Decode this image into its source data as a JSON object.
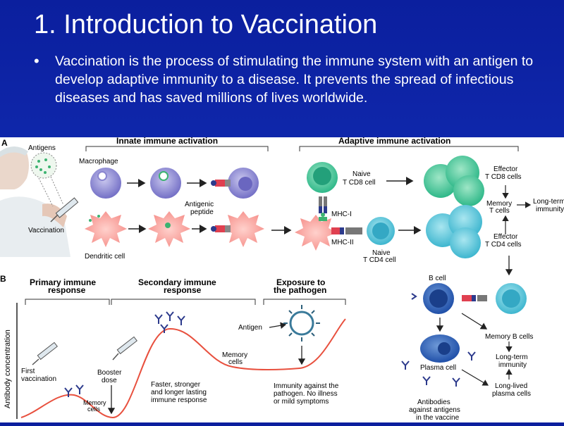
{
  "slide": {
    "title": "1. Introduction to Vaccination",
    "bullet": "Vaccination is the process of stimulating the immune system with an antigen to develop adaptive immunity to a disease. It prevents the spread of infectious diseases and has saved millions of lives worldwide."
  },
  "figure": {
    "panel_a": {
      "letter": "A",
      "innate_title": "Innate immune activation",
      "adaptive_title": "Adaptive immune activation",
      "antigens": "Antigens",
      "vaccination": "Vaccination",
      "macrophage": "Macrophage",
      "dendritic": "Dendritic cell",
      "antigenic_1": "Antigenic",
      "antigenic_2": "peptide",
      "mhc1": "MHC-I",
      "mhc2": "MHC-II",
      "naive_cd8_1": "Naive",
      "naive_cd8_2": "T CD8 cell",
      "naive_cd4_1": "Naive",
      "naive_cd4_2": "T CD4 cell",
      "eff_cd8_1": "Effector",
      "eff_cd8_2": "T CD8 cells",
      "eff_cd4_1": "Effector",
      "eff_cd4_2": "T CD4 cells",
      "memory_t_1": "Memory",
      "memory_t_2": "T cells",
      "longterm_1": "Long-term",
      "longterm_2": "immunity"
    },
    "panel_b": {
      "letter": "B",
      "primary_1": "Primary immune",
      "primary_2": "response",
      "secondary_1": "Secondary immune",
      "secondary_2": "response",
      "exposure_1": "Exposure to",
      "exposure_2": "the pathogen",
      "antigen": "Antigen",
      "ylabel": "Antibody concentration",
      "first_1": "First",
      "first_2": "vaccination",
      "booster_1": "Booster",
      "booster_2": "dose",
      "memcells_small_1": "Memory",
      "memcells_small_2": "cells",
      "memcells_1": "Memory",
      "memcells_2": "cells",
      "faster_1": "Faster, stronger",
      "faster_2": "and longer lasting",
      "faster_3": "immune response",
      "immunity_1": "Immunity against the",
      "immunity_2": "pathogen. No illness",
      "immunity_3": "or mild symptoms",
      "b_cell": "B cell",
      "memory_b": "Memory B cells",
      "plasma": "Plasma cell",
      "lt_imm_1": "Long-term",
      "lt_imm_2": "immunity",
      "ll_plasma_1": "Long-lived",
      "ll_plasma_2": "plasma cells",
      "antibodies_1": "Antibodies",
      "antibodies_2": "against antigens",
      "antibodies_3": "in the vaccine"
    }
  }
}
